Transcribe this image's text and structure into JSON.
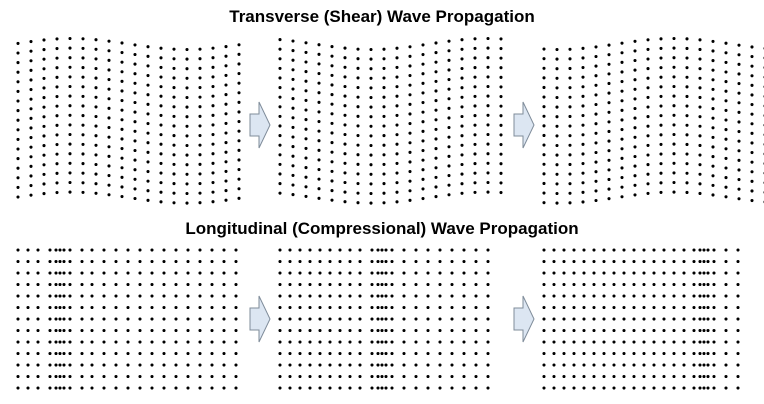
{
  "figure": {
    "sections": [
      {
        "id": "transverse",
        "title": "Transverse (Shear) Wave Propagation",
        "wave_type": "transverse",
        "frames": 3,
        "grid": {
          "rows": 17,
          "cols": 18
        }
      },
      {
        "id": "longitudinal",
        "title": "Longitudinal (Compressional) Wave Propagation",
        "wave_type": "longitudinal",
        "frames": 3,
        "grid": {
          "rows": 13,
          "cols": 18
        }
      }
    ],
    "arrow_icon": "right-block-arrow-icon",
    "colors": {
      "dots": "#000000",
      "arrow_fill": "#dce6f2",
      "arrow_stroke": "#7f8c9a",
      "background": "#ffffff"
    }
  }
}
